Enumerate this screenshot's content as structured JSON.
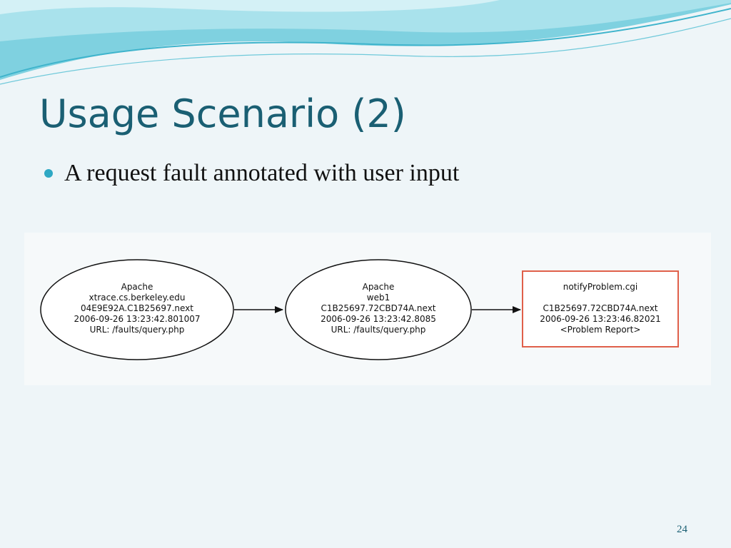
{
  "slide": {
    "title": "Usage Scenario (2)",
    "bullet": "A request fault annotated with user input",
    "page_number": "24",
    "colors": {
      "title": "#1a5f73",
      "bullet": "#2ea8c4",
      "box_border": "#e0604a"
    }
  },
  "diagram": {
    "nodes": [
      {
        "shape": "ellipse",
        "lines": [
          "Apache",
          "xtrace.cs.berkeley.edu",
          "04E9E92A.C1B25697.next",
          "2006-09-26 13:23:42.801007",
          "URL: /faults/query.php"
        ]
      },
      {
        "shape": "ellipse",
        "lines": [
          "Apache",
          "web1",
          "C1B25697.72CBD74A.next",
          "2006-09-26 13:23:42.8085",
          "URL: /faults/query.php"
        ]
      },
      {
        "shape": "box",
        "lines": [
          "notifyProblem.cgi",
          "",
          "C1B25697.72CBD74A.next",
          "2006-09-26 13:23:46.82021",
          "<Problem Report>"
        ]
      }
    ]
  }
}
